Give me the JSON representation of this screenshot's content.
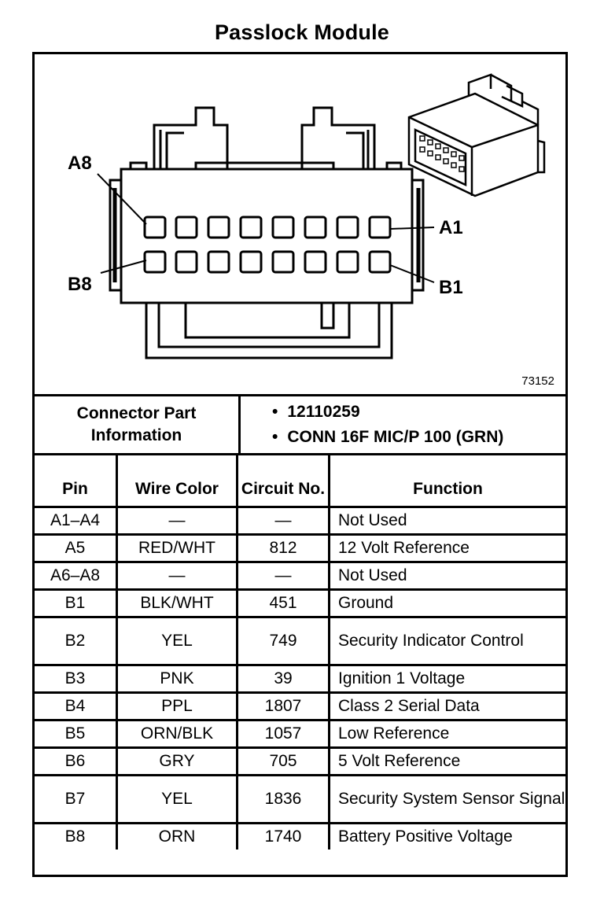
{
  "title": "Passlock Module",
  "figure_number": "73152",
  "pin_labels": {
    "a8": "A8",
    "b8": "B8",
    "a1": "A1",
    "b1": "B1"
  },
  "connector_info": {
    "label": "Connector Part Information",
    "part_number": "12110259",
    "description": "CONN 16F MIC/P 100 (GRN)"
  },
  "columns": {
    "pin": "Pin",
    "wire_color": "Wire Color",
    "circuit": "Circuit No.",
    "function": "Function"
  },
  "rows": [
    {
      "pin": "A1–A4",
      "wire": "—",
      "circuit": "—",
      "function": "Not Used"
    },
    {
      "pin": "A5",
      "wire": "RED/WHT",
      "circuit": "812",
      "function": "12 Volt Reference"
    },
    {
      "pin": "A6–A8",
      "wire": "—",
      "circuit": "—",
      "function": "Not Used"
    },
    {
      "pin": "B1",
      "wire": "BLK/WHT",
      "circuit": "451",
      "function": "Ground"
    },
    {
      "pin": "B2",
      "wire": "YEL",
      "circuit": "749",
      "function": "Security Indicator Control"
    },
    {
      "pin": "B3",
      "wire": "PNK",
      "circuit": "39",
      "function": "Ignition 1 Voltage"
    },
    {
      "pin": "B4",
      "wire": "PPL",
      "circuit": "1807",
      "function": "Class 2 Serial Data"
    },
    {
      "pin": "B5",
      "wire": "ORN/BLK",
      "circuit": "1057",
      "function": "Low Reference"
    },
    {
      "pin": "B6",
      "wire": "GRY",
      "circuit": "705",
      "function": "5 Volt Reference"
    },
    {
      "pin": "B7",
      "wire": "YEL",
      "circuit": "1836",
      "function": "Security System Sensor Signal"
    },
    {
      "pin": "B8",
      "wire": "ORN",
      "circuit": "1740",
      "function": "Battery Positive Voltage"
    }
  ]
}
